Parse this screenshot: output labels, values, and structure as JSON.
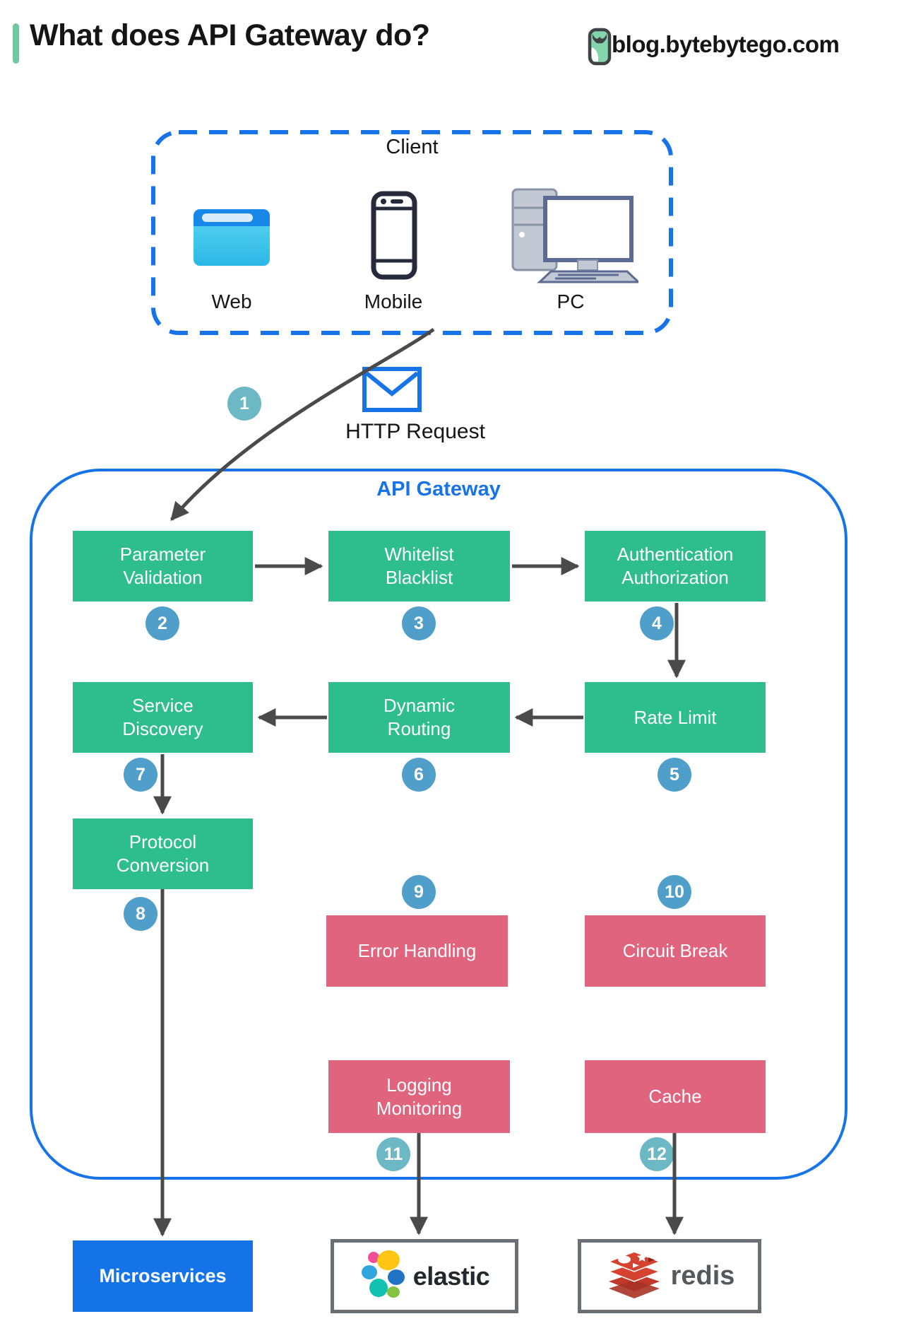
{
  "header": {
    "accent_color": "#72c7a0",
    "title": "What does API Gateway do?",
    "site": "blog.bytebytego.com"
  },
  "client": {
    "label": "Client",
    "devices": [
      {
        "label": "Web"
      },
      {
        "label": "Mobile"
      },
      {
        "label": "PC"
      }
    ]
  },
  "request": {
    "step": "1",
    "label": "HTTP Request"
  },
  "gateway": {
    "label": "API Gateway",
    "border_color": "#1673e8",
    "green_color": "#2ebd8c",
    "pink_color": "#e0647e",
    "badge_blue": "#4f9fca",
    "badge_teal": "#6cb8c4",
    "arrow_color": "#4a4a4a",
    "boxes": [
      {
        "step": "2",
        "label": "Parameter\nValidation",
        "type": "green"
      },
      {
        "step": "3",
        "label": "Whitelist\nBlacklist",
        "type": "green"
      },
      {
        "step": "4",
        "label": "Authentication\nAuthorization",
        "type": "green"
      },
      {
        "step": "5",
        "label": "Rate Limit",
        "type": "green"
      },
      {
        "step": "6",
        "label": "Dynamic\nRouting",
        "type": "green"
      },
      {
        "step": "7",
        "label": "Service\nDiscovery",
        "type": "green"
      },
      {
        "step": "8",
        "label": "Protocol\nConversion",
        "type": "green"
      },
      {
        "step": "9",
        "label": "Error Handling",
        "type": "pink"
      },
      {
        "step": "10",
        "label": "Circuit Break",
        "type": "pink"
      },
      {
        "step": "11",
        "label": "Logging\nMonitoring",
        "type": "pink"
      },
      {
        "step": "12",
        "label": "Cache",
        "type": "pink"
      }
    ]
  },
  "backends": {
    "microservices": {
      "label": "Microservices",
      "color": "#1573e8"
    },
    "elastic": {
      "label": "elastic"
    },
    "redis": {
      "label": "redis"
    }
  }
}
